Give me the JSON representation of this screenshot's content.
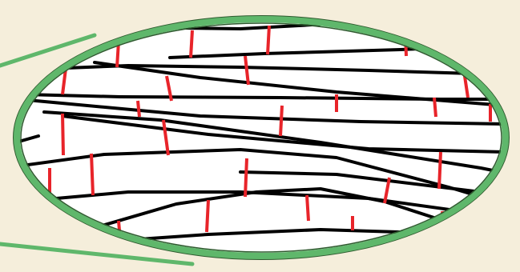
{
  "colors": {
    "background": "#f5eedb",
    "lens_fill": "#ffffff",
    "lens_ring_outer": "#2f5a2f",
    "lens_ring": "#5fb76b",
    "pointer_line": "#5fb76b",
    "fiber": "#000000",
    "crosslink": "#e8242a"
  },
  "icons": {
    "lens": "magnifier-lens",
    "fiber": "black-fiber-strand",
    "crosslink": "red-crosslink-bar"
  },
  "counts": {
    "fiber_strands": 14,
    "crosslinks": 26
  }
}
